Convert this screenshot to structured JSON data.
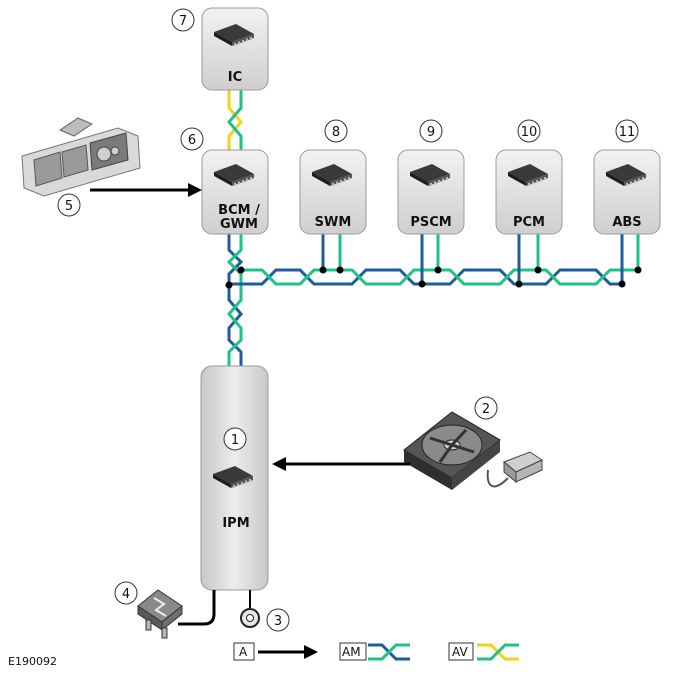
{
  "figure_ref": "E190092",
  "modules": {
    "ic": {
      "label": "IC",
      "number": "7"
    },
    "bcm": {
      "label_line1": "BCM /",
      "label_line2": "GWM",
      "number": "6"
    },
    "swm": {
      "label": "SWM",
      "number": "8"
    },
    "pscm": {
      "label": "PSCM",
      "number": "9"
    },
    "pcm": {
      "label": "PCM",
      "number": "10"
    },
    "abs": {
      "label": "ABS",
      "number": "11"
    },
    "ipm": {
      "label": "IPM",
      "number": "1"
    }
  },
  "components": {
    "fan": {
      "number": "2"
    },
    "ground": {
      "number": "3"
    },
    "fuse": {
      "number": "4"
    },
    "switch_pack": {
      "number": "5"
    }
  },
  "legend": {
    "a": "A",
    "am": "AM",
    "av": "AV"
  },
  "colors": {
    "can_blue": "#1f5c9a",
    "can_green": "#1fc08a",
    "can_yellow": "#f2d21a",
    "module_fill": "#e6e6e6",
    "module_border": "#9a9a9a"
  }
}
